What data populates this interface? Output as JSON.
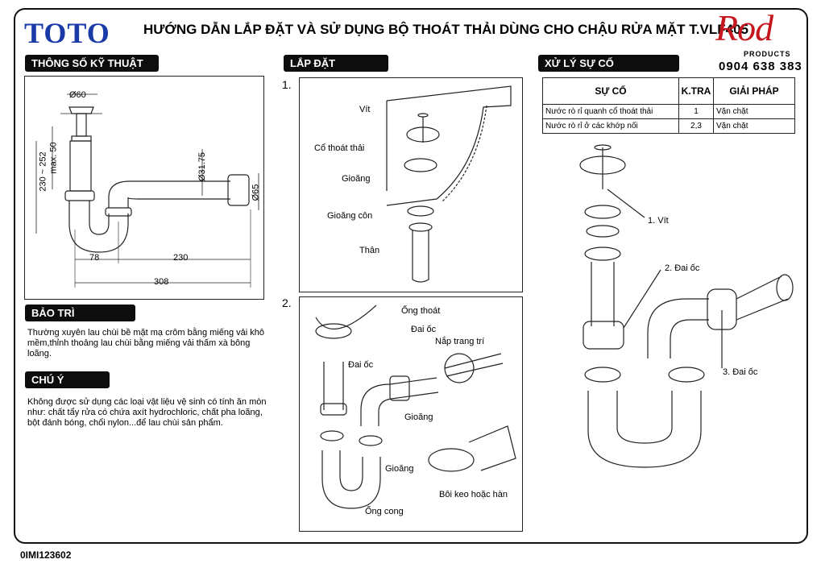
{
  "header": {
    "logo": "TOTO",
    "title": "HƯỚNG DẪN LẮP ĐẶT VÀ SỬ DỤNG BỘ THOÁT THẢI DÙNG CHO CHẬU RỬA MẶT T.VLF405",
    "brand": "Rod",
    "brand_sub": "PRODUCTS",
    "phone": "0904 638 383"
  },
  "sections": {
    "specs": "THÔNG SỐ KỸ THUẬT",
    "install": "LẮP ĐẶT",
    "troubleshoot": "XỬ LÝ SỰ CỐ",
    "maintenance": "BẢO TRÌ",
    "note": "CHÚ Ý"
  },
  "dims": {
    "d60": "Ø60",
    "d3175": "Ø31.75",
    "d65": "Ø65",
    "h230_252": "230 ~ 252",
    "max50": "max. 50",
    "w78": "78",
    "w230": "230",
    "w308": "308"
  },
  "maintenance_text": "Thường xuyên lau chùi bề mặt mạ crôm bằng miếng vải khô mềm,thỉnh thoảng lau chùi bằng miếng vải thấm xà bông loãng.",
  "note_text": "Không được sử dụng các loại vật liệu vệ sinh có tính ăn mòn như: chất tẩy rửa có chứa axít hydrochloric, chất pha loãng, bột đánh bóng, chổi nylon...để lau chùi sản phẩm.",
  "install": {
    "step1": "1.",
    "step2": "2.",
    "s1_labels": [
      "Vít",
      "Cổ thoát thải",
      "Gioăng",
      "Gioăng côn",
      "Thân"
    ],
    "s2_labels": [
      "Ống thoát",
      "Đai ốc",
      "Nắp trang trí",
      "Đai ốc",
      "Gioăng",
      "Gioăng",
      "Ống cong",
      "Bôi keo hoặc hàn"
    ]
  },
  "trouble_table": {
    "headers": [
      "SỰ CỐ",
      "K.TRA",
      "GIẢI PHÁP"
    ],
    "rows": [
      [
        "Nước rò rỉ quanh cổ thoát thải",
        "1",
        "Vặn chặt"
      ],
      [
        "Nước rò rỉ ở các khớp nối",
        "2,3",
        "Vặn chặt"
      ]
    ]
  },
  "trouble_labels": [
    "1. Vít",
    "2. Đai ốc",
    "3. Đai ốc"
  ],
  "doc_code": "0IMI123602"
}
